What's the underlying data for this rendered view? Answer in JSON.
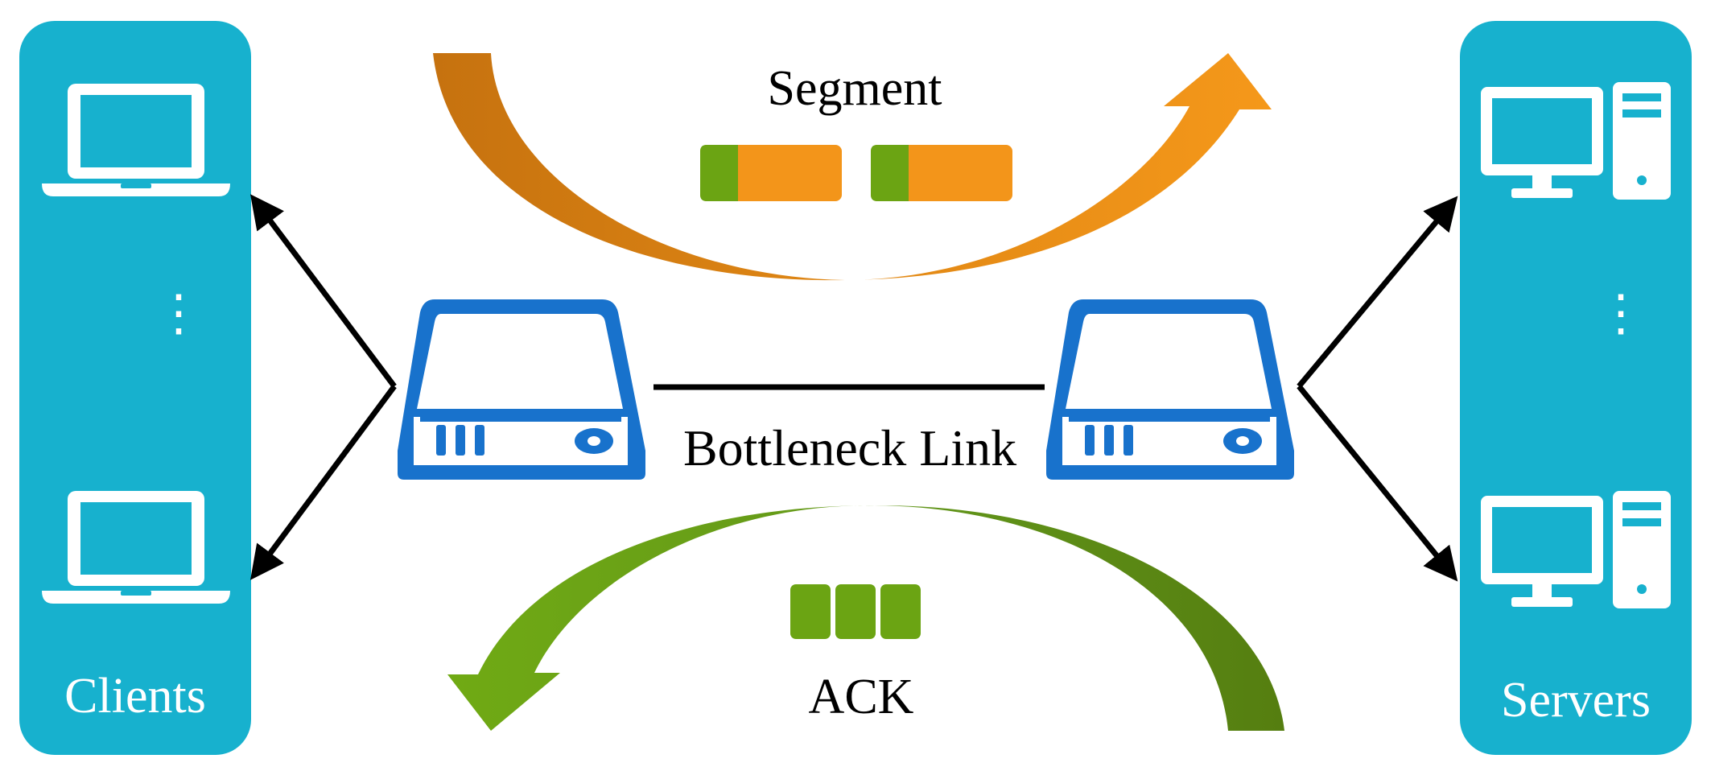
{
  "labels": {
    "clients": "Clients",
    "servers": "Servers",
    "segment": "Segment",
    "ack": "ACK",
    "bottleneck_link": "Bottleneck Link",
    "ellipsis": "⋮"
  },
  "icons": {
    "client_top": "laptop-icon",
    "client_bottom": "laptop-icon",
    "server_top": "desktop-computer-icon",
    "server_bottom": "desktop-computer-icon",
    "router_left": "router-icon",
    "router_right": "router-icon"
  },
  "colors": {
    "panel": "#17B1CE",
    "router": "#1872CC",
    "segment_arrow": "#F3951A",
    "segment_arrow_dark": "#C8720F",
    "ack_arrow": "#6BA413",
    "ack_arrow_dark": "#4F7A10",
    "packet_header": "#6BA413",
    "packet_body": "#F3951A",
    "ack_packet": "#6BA413",
    "line": "#000000",
    "icon": "#ffffff"
  }
}
